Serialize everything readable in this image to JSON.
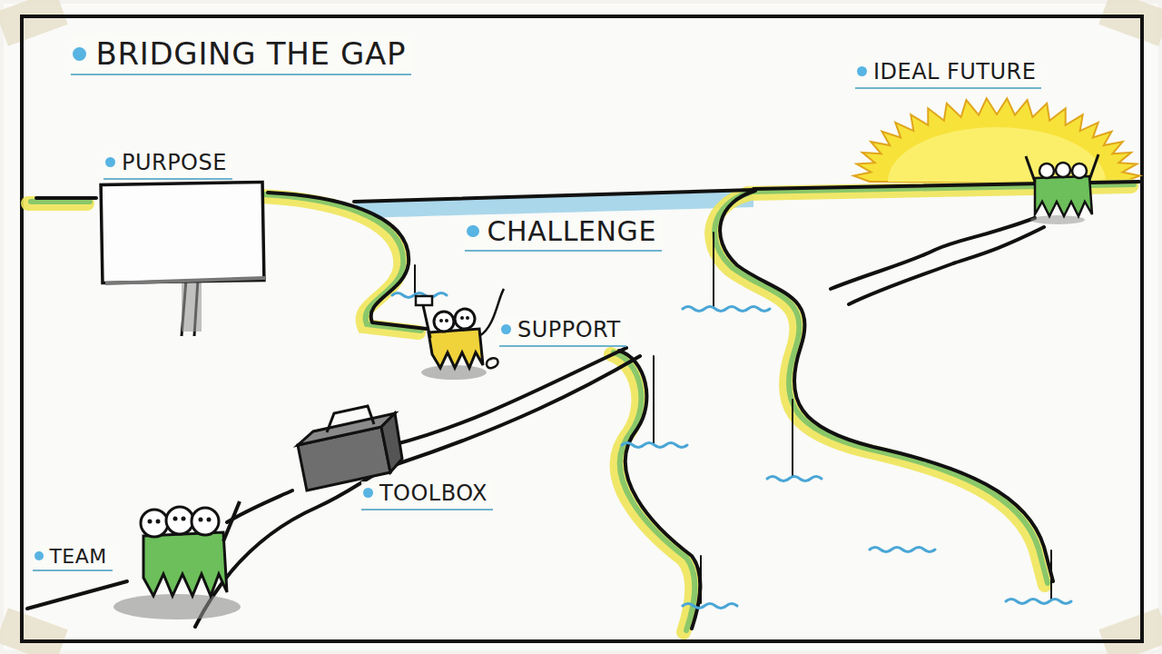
{
  "diagram": {
    "title": "BRIDGING THE GAP",
    "labels": [
      "PURPOSE",
      "CHALLENGE",
      "SUPPORT",
      "TOOLBOX",
      "TEAM",
      "IDEAL FUTURE"
    ]
  }
}
